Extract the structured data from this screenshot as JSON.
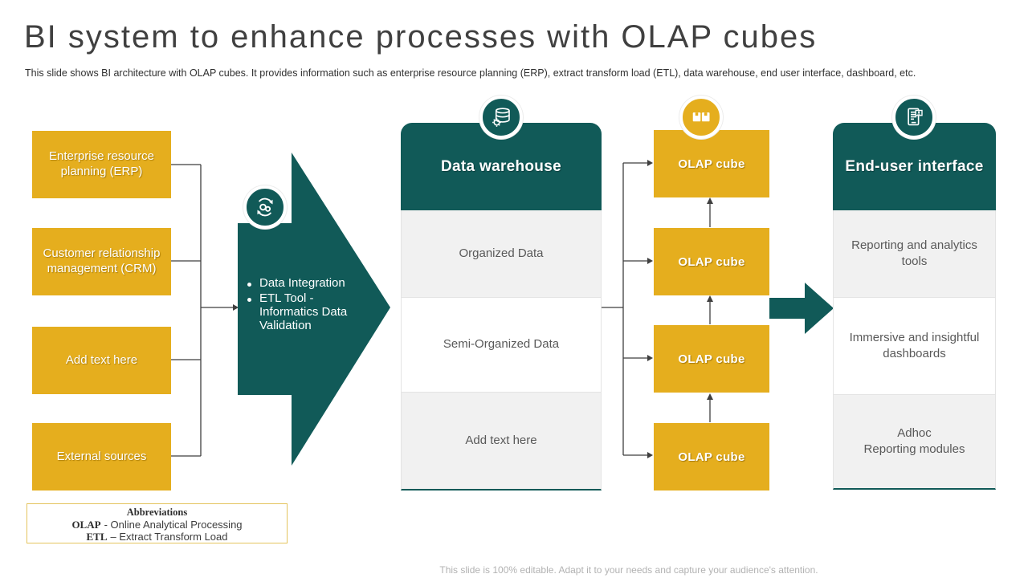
{
  "slide": {
    "title": "BI system to enhance processes with OLAP cubes",
    "subtitle": "This slide shows BI architecture with OLAP cubes. It provides information such as enterprise resource planning (ERP), extract transform load (ETL), data warehouse, end user interface, dashboard, etc.",
    "footer": "This slide is 100% editable. Adapt it to your needs and capture your audience's attention."
  },
  "colors": {
    "teal": "#115A58",
    "yellow": "#E5AE1E",
    "row_gray": "#F1F1F1"
  },
  "sources": {
    "items": [
      {
        "label": "Enterprise resource planning  (ERP)"
      },
      {
        "label": "Customer relationship management (CRM)"
      },
      {
        "label": "Add text here"
      },
      {
        "label": "External sources"
      }
    ]
  },
  "etl_arrow": {
    "icon": "sync-gears-icon",
    "bullets": [
      "Data Integration",
      "ETL Tool - Informatics Data Validation"
    ]
  },
  "data_warehouse": {
    "icon": "database-gear-icon",
    "title": "Data warehouse",
    "rows": [
      "Organized Data",
      "Semi-Organized Data",
      "Add text here"
    ]
  },
  "olap": {
    "icon": "cubes-icon",
    "cubes": [
      "OLAP cube",
      "OLAP cube",
      "OLAP cube",
      "OLAP cube"
    ]
  },
  "end_user": {
    "icon": "report-device-icon",
    "title": "End-user interface",
    "rows": [
      "Reporting and analytics tools",
      "Immersive and insightful dashboards",
      "Adhoc\nReporting modules"
    ]
  },
  "abbreviations": {
    "title": "Abbreviations",
    "items": [
      {
        "term": "OLAP",
        "definition": "- Online Analytical Processing"
      },
      {
        "term": "ETL",
        "definition": "– Extract Transform  Load"
      }
    ]
  }
}
